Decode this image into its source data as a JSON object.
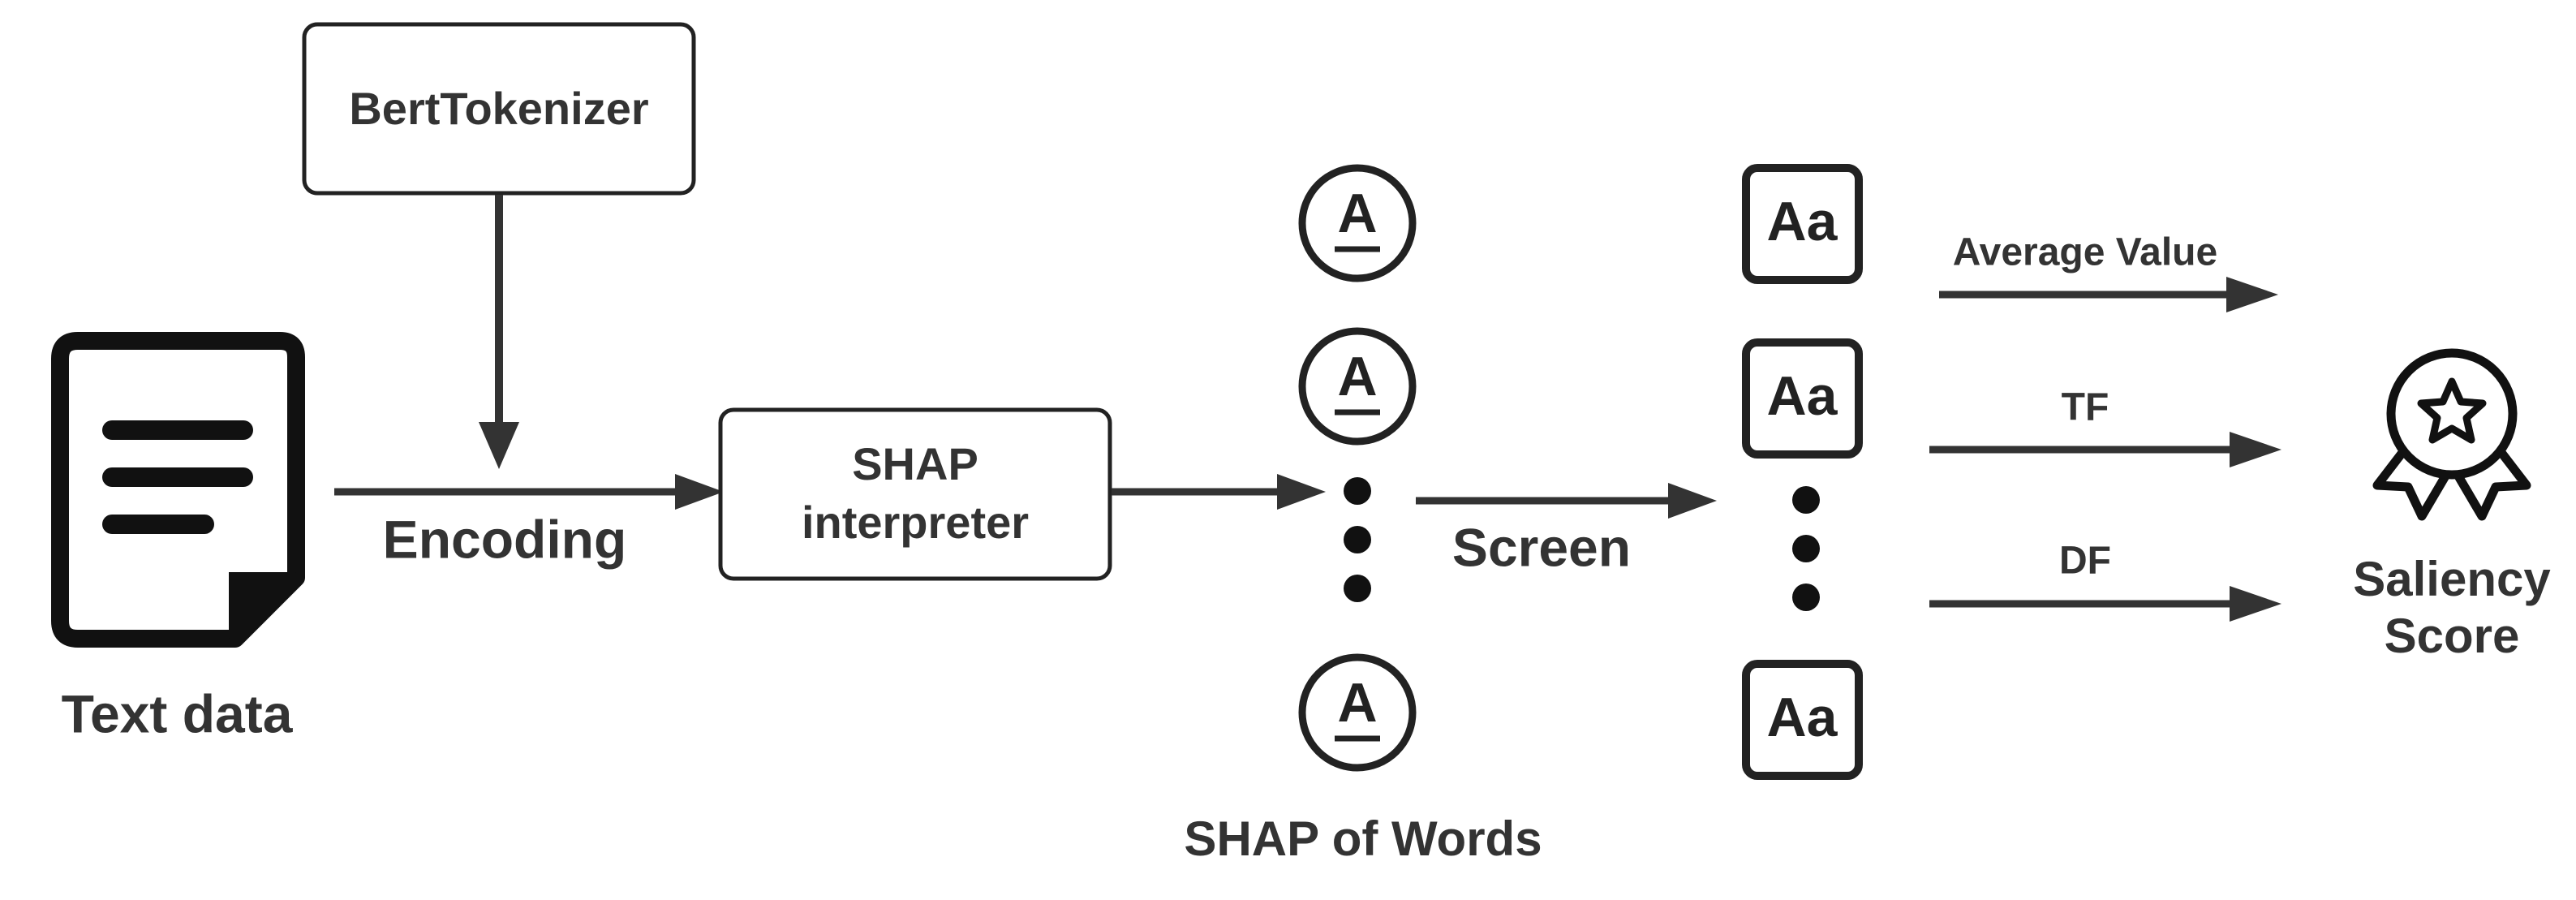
{
  "nodes": {
    "tokenizer": "BertTokenizer",
    "interpreter_line1": "SHAP",
    "interpreter_line2": "interpreter",
    "text_data": "Text data",
    "shap_of_words": "SHAP of Words",
    "saliency_line1": "Saliency",
    "saliency_line2": "Score"
  },
  "edges": {
    "encoding": "Encoding",
    "screen": "Screen",
    "average_value": "Average Value",
    "tf": "TF",
    "df": "DF"
  },
  "icons": {
    "word_glyph": "A",
    "word_card_text": "Aa",
    "document": "document-icon",
    "word": "word-circle-icon",
    "word_card": "text-card-icon",
    "award": "award-ribbon-icon"
  },
  "colors": {
    "stroke": "#222222",
    "text": "#333333",
    "background": "#ffffff"
  }
}
